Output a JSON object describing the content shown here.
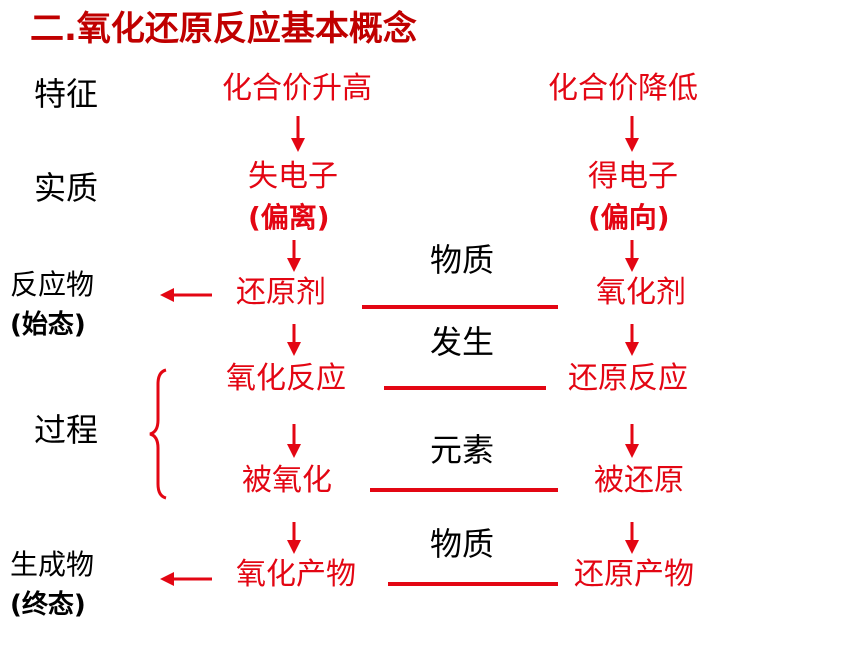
{
  "title": "二.氧化还原反应基本概念",
  "left_labels": {
    "feature": "特征",
    "essence": "实质",
    "reactant": "反应物",
    "reactant_state": "(始态)",
    "process": "过程",
    "product": "生成物",
    "product_state": "(终态)"
  },
  "left_column": {
    "valence": "化合价升高",
    "electron": "失电子",
    "electron_note": "(偏离)",
    "agent": "还原剂",
    "reaction": "氧化反应",
    "process": "被氧化",
    "product": "氧化产物"
  },
  "right_column": {
    "valence": "化合价降低",
    "electron": "得电子",
    "electron_note": "(偏向)",
    "agent": "氧化剂",
    "reaction": "还原反应",
    "process": "被还原",
    "product": "还原产物"
  },
  "middle": {
    "agent": "物质",
    "reaction": "发生",
    "process": "元素",
    "product": "物质"
  },
  "colors": {
    "title": "#c00000",
    "accent": "#e30613",
    "text": "#000000"
  }
}
